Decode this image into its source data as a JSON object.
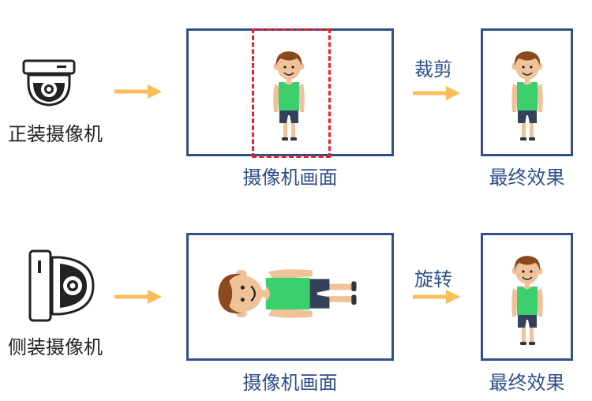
{
  "rows": [
    {
      "camera_label": "正装摄像机",
      "frame_label": "摄像机画面",
      "action_label": "裁剪",
      "result_label": "最终效果"
    },
    {
      "camera_label": "侧装摄像机",
      "frame_label": "摄像机画面",
      "action_label": "旋转",
      "result_label": "最终效果"
    }
  ],
  "colors": {
    "frame": "#2f4f8a",
    "arrow": "#f9bd5a",
    "crop_box": "#e0242b",
    "skin": "#f0c29a",
    "hair": "#8b4a1e",
    "shirt": "#3ccf6d",
    "shorts": "#35405b"
  }
}
